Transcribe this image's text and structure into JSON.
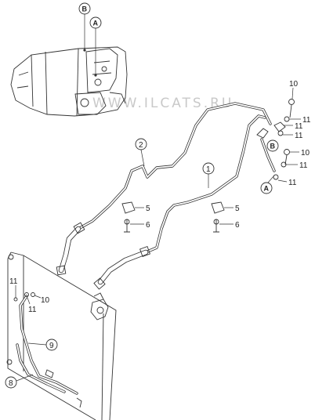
{
  "watermark": "WWW.ILCATS.RU",
  "callouts": {
    "A_top": "A",
    "B_top": "B",
    "A_right": "A",
    "B_right": "B"
  },
  "part_numbers": {
    "p1": "1",
    "p2": "2",
    "p5a": "5",
    "p6a": "6",
    "p5b": "5",
    "p6b": "6",
    "p8": "8",
    "p9": "9",
    "p10_top": "10",
    "p10_mid": "10",
    "p10_left": "10",
    "p11_a": "11",
    "p11_b": "11",
    "p11_c": "11",
    "p11_d": "11",
    "p11_e": "11",
    "p11_left1": "11",
    "p11_left2": "11"
  }
}
